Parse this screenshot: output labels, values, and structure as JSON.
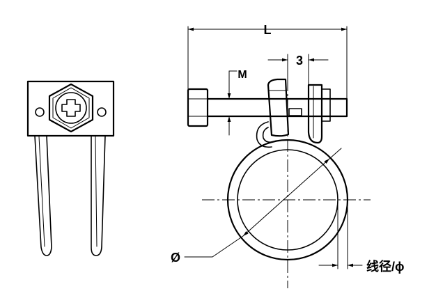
{
  "labels": {
    "length": "L",
    "width": "3",
    "thread": "M",
    "diameter": "Ø",
    "wire_diameter": "线径/ϕ"
  }
}
